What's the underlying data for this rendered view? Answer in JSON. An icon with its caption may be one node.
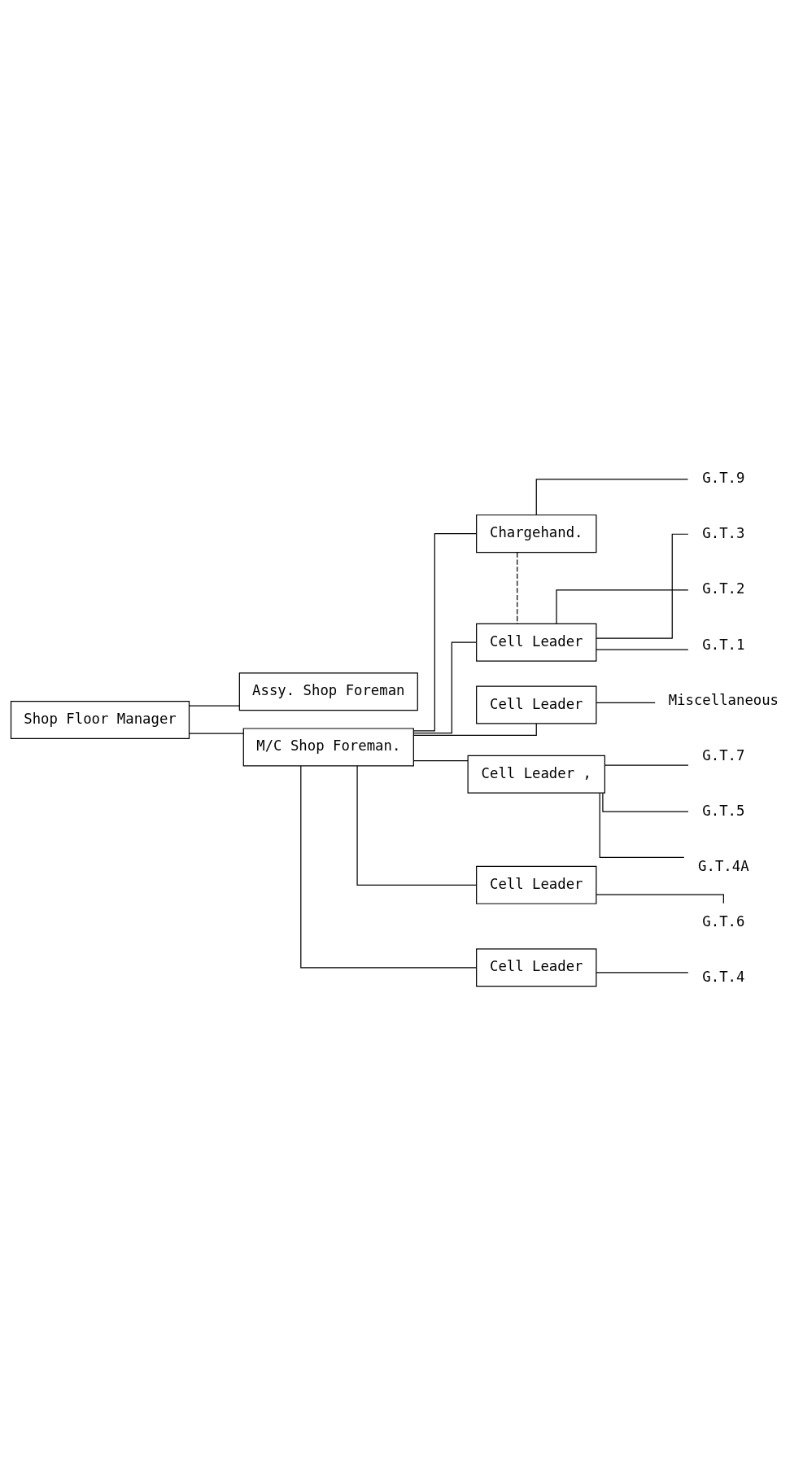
{
  "diagram": {
    "nodes": [
      {
        "text": [
          "Shop Floor Manager"
        ]
      },
      {
        "text": [
          "Assy. Shop Foreman"
        ]
      },
      {
        "text": [
          "M/C Shop Foreman."
        ]
      },
      {
        "text": [
          "Chargehand."
        ]
      },
      {
        "text": [
          "Cell Leader"
        ]
      },
      {
        "text": [
          "Cell Leader"
        ]
      },
      {
        "text": [
          "Cell Leader ,"
        ]
      },
      {
        "text": [
          "Cell Leader"
        ]
      },
      {
        "text": [
          "Cell Leader"
        ]
      },
      {
        "text": [
          "G.T.9"
        ]
      },
      {
        "text": [
          "G.T.3"
        ]
      },
      {
        "text": [
          "G.T.2"
        ]
      },
      {
        "text": [
          "G.T.1"
        ]
      },
      {
        "text": [
          "Miscellaneous"
        ]
      },
      {
        "text": [
          "G.T.7"
        ]
      },
      {
        "text": [
          "G.T.5"
        ]
      },
      {
        "text": [
          "G.T.4A"
        ]
      },
      {
        "text": [
          "G.T.6"
        ]
      },
      {
        "text": [
          "G.T.4"
        ]
      }
    ],
    "edges": [
      {
        "from": 0,
        "to": 2,
        "arrow": "none"
      },
      {
        "from": 0,
        "to": 1,
        "arrow": "none"
      },
      {
        "from": 2,
        "to": 3,
        "arrow": "none"
      },
      {
        "from": 2,
        "to": 4,
        "arrow": "none"
      },
      {
        "from": 2,
        "to": 5,
        "arrow": "none"
      },
      {
        "from": 2,
        "to": 6,
        "arrow": "none"
      },
      {
        "from": 2,
        "to": 7,
        "arrow": "none"
      },
      {
        "from": 2,
        "to": 8,
        "arrow": "none"
      },
      {
        "from": 3,
        "to": 4,
        "arrow": "none",
        "style": "dashed"
      },
      {
        "from": 3,
        "to": 9,
        "arrow": "none"
      },
      {
        "from": 4,
        "to": 10,
        "arrow": "none"
      },
      {
        "from": 4,
        "to": 11,
        "arrow": "none"
      },
      {
        "from": 4,
        "to": 12,
        "arrow": "none"
      },
      {
        "from": 5,
        "to": 13,
        "arrow": "none"
      },
      {
        "from": 6,
        "to": 14,
        "arrow": "none"
      },
      {
        "from": 6,
        "to": 15,
        "arrow": "none"
      },
      {
        "from": 6,
        "to": 16,
        "arrow": "none"
      },
      {
        "from": 7,
        "to": 17,
        "arrow": "none"
      },
      {
        "from": 8,
        "to": 18,
        "arrow": "none"
      }
    ]
  }
}
